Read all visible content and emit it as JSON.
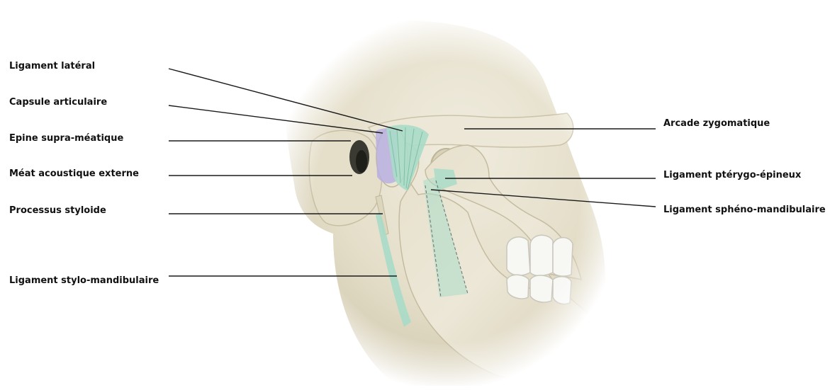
{
  "labels_left": [
    "Ligament latéral",
    "Capsule articulaire",
    "Epine supra-méatique",
    "Méat acoustique externe",
    "Processus styloide",
    "Ligament stylo-mandibulaire"
  ],
  "labels_right": [
    "Arcade zygomatique",
    "Ligament ptérygo-épineux",
    "Ligament sphéno-mandibulaire"
  ],
  "colors": {
    "bone": "#ebe6d6",
    "bone_shadow": "#cfc7ad",
    "ligament": "#a9dcc8",
    "capsule": "#b9afe0",
    "teeth": "#f7f7f4",
    "leader_line": "#1a1a1a"
  }
}
